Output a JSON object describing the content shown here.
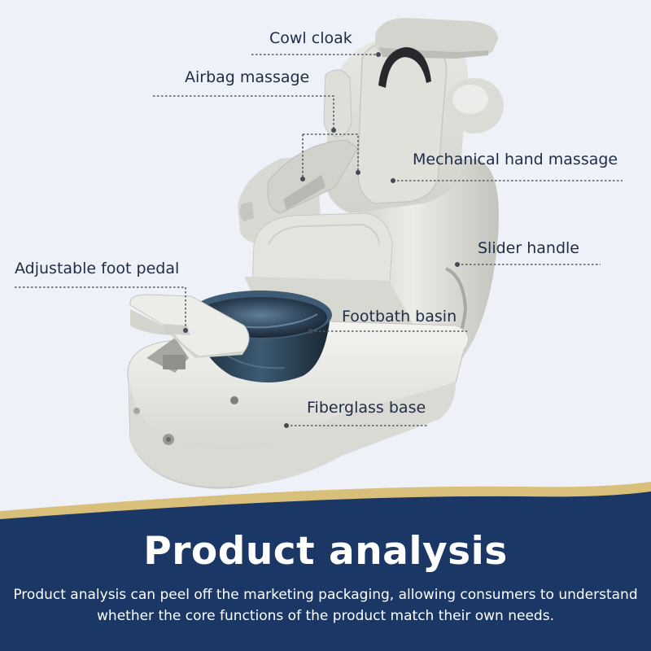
{
  "callouts": {
    "cowl_cloak": "Cowl cloak",
    "airbag_massage": "Airbag massage",
    "mechanical_hand_massage": "Mechanical hand massage",
    "slider_handle": "Slider handle",
    "adjustable_foot_pedal": "Adjustable foot pedal",
    "footbath_basin": "Footbath basin",
    "fiberglass_base": "Fiberglass base"
  },
  "banner": {
    "title": "Product analysis",
    "description_line1": "Product analysis can peel off the marketing packaging, allowing consumers to understand",
    "description_line2": "whether the core functions of the product match their own needs."
  },
  "colors": {
    "background": "#eef1f7",
    "banner_navy": "#1b3766",
    "banner_gold_trim": "#d8c07a",
    "label_text": "#1e2c46",
    "chair_body": "#dcdcd6"
  }
}
